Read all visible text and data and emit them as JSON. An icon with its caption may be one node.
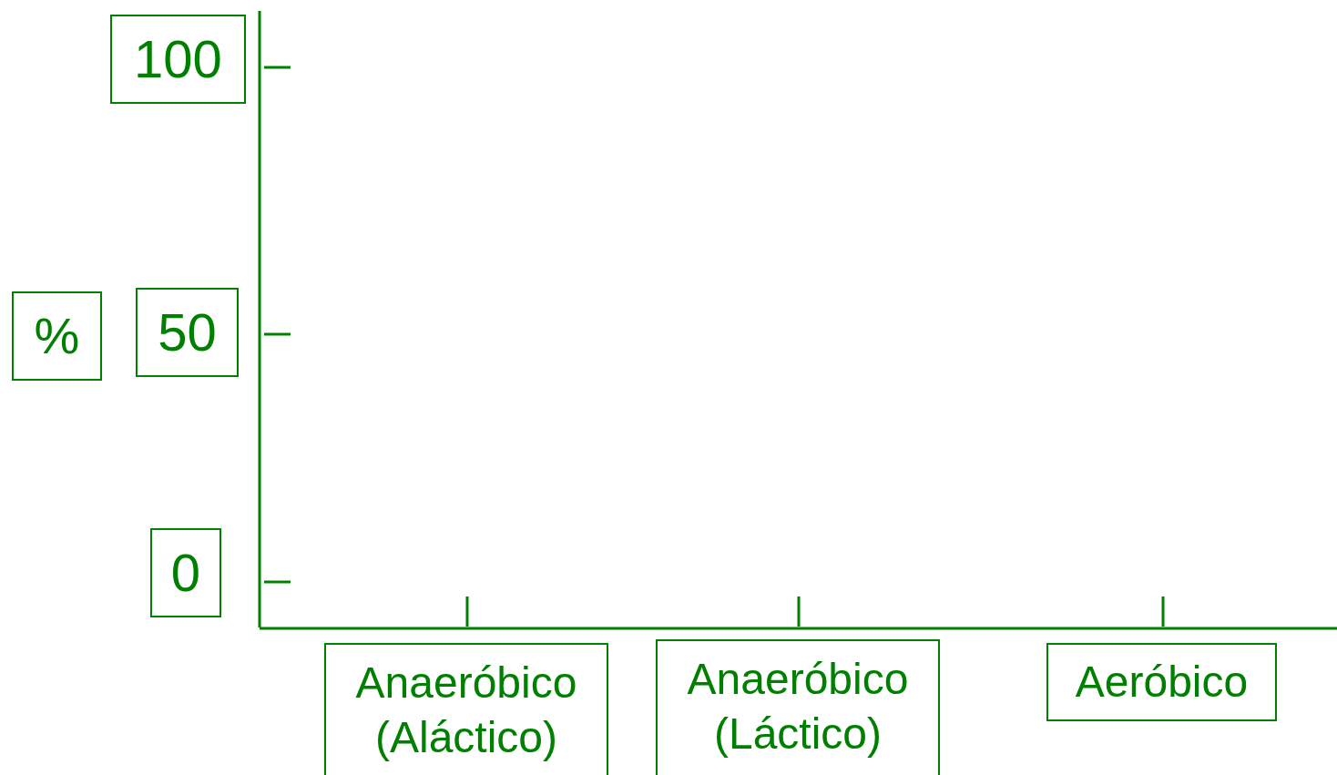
{
  "diagram": {
    "nodes": [
      {
        "text": [
          "100"
        ]
      },
      {
        "text": [
          "%"
        ]
      },
      {
        "text": [
          "50"
        ]
      },
      {
        "text": [
          "0"
        ]
      },
      {
        "text": [
          "Anaeróbico (Aláctico)"
        ]
      },
      {
        "text": [
          "Anaeróbico (Láctico)"
        ]
      },
      {
        "text": [
          "Aeróbico"
        ]
      }
    ],
    "edges": []
  }
}
